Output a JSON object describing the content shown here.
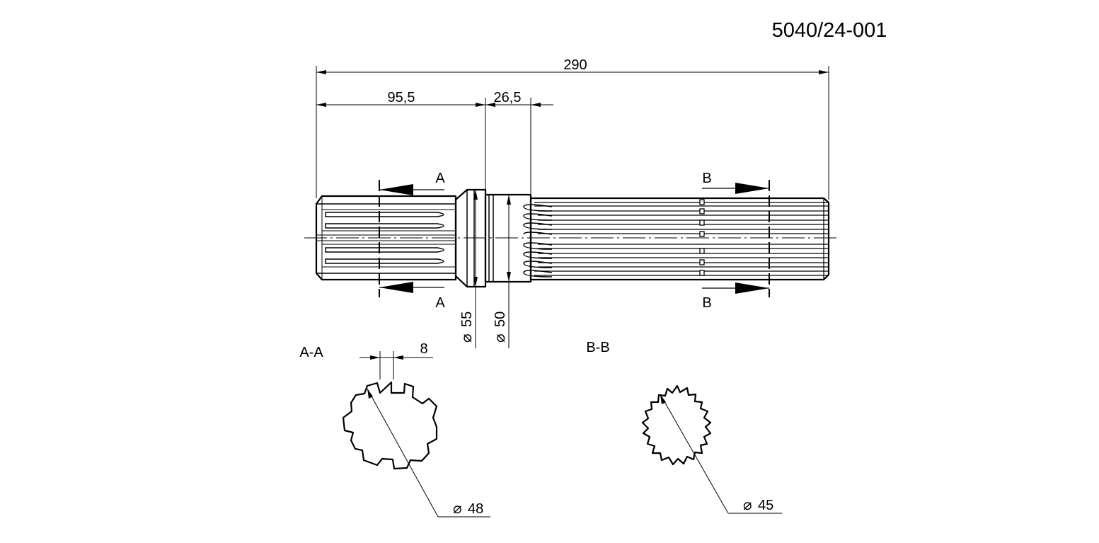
{
  "drawing": {
    "part_number": "5040/24-001",
    "dimensions": {
      "overall_length": "290",
      "spline_length": "95,5",
      "collar_width": "26,5",
      "dia_collar": "55",
      "dia_neck": "50",
      "key_width": "8",
      "dia_section_a": "48",
      "dia_section_b": "45"
    },
    "sections": {
      "a_marker": "A",
      "b_marker": "B",
      "a_title": "A-A",
      "b_title": "B-B"
    },
    "symbols": {
      "diameter": "⌀"
    }
  }
}
